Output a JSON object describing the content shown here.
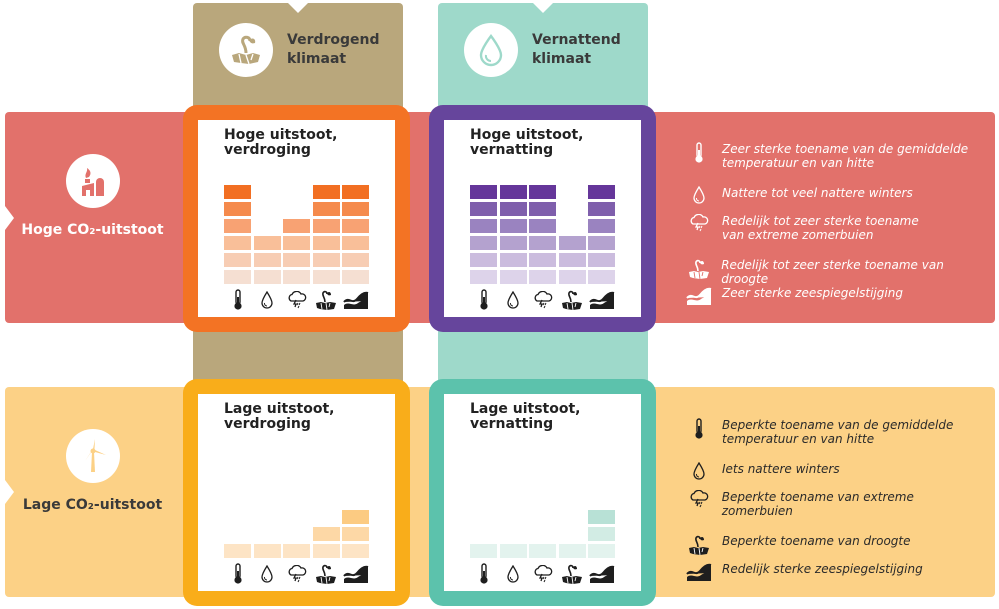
{
  "columns": [
    {
      "id": "dry",
      "title": "Verdrogend\nklimaat",
      "icon": "drought-plant-icon",
      "color": "#b9a77c"
    },
    {
      "id": "wet",
      "title": "Vernattend\nklimaat",
      "icon": "water-drop-icon",
      "color": "#9ed9ca"
    }
  ],
  "rows": [
    {
      "id": "high",
      "title": "Hoge CO₂-uitstoot",
      "icon": "factory-icon",
      "color": "#e2716b",
      "text_color": "#ffffff"
    },
    {
      "id": "low",
      "title": "Lage CO₂-uitstoot",
      "icon": "wind-turbine-icon",
      "color": "#fcd186",
      "text_color": "#3a3a3a"
    }
  ],
  "indicators": [
    "temperatuur",
    "neerslag winter",
    "extreme zomerbuien",
    "droogte",
    "zeespiegelstijging"
  ],
  "scenarios": [
    {
      "id": "high-dry",
      "title": "Hoge uitstoot,\nverdroging",
      "border": "#f37324",
      "shades": [
        "#f5dfd2",
        "#f7cdb4",
        "#f9bf99",
        "#f8a273",
        "#f58a4c",
        "#f26f22"
      ],
      "values": [
        6,
        3,
        4,
        6,
        6
      ]
    },
    {
      "id": "high-wet",
      "title": "Hoge uitstoot,\nvernatting",
      "border": "#66459c",
      "shades": [
        "#ddd3ea",
        "#cbbcde",
        "#b4a2cf",
        "#9a83c0",
        "#7f5fac",
        "#65369a"
      ],
      "values": [
        6,
        6,
        6,
        3,
        6
      ]
    },
    {
      "id": "low-dry",
      "title": "Lage uitstoot,\nverdroging",
      "border": "#f9ad1a",
      "shades": [
        "#fde4c5",
        "#fdd8a6",
        "#fccb82",
        "#f8a273",
        "#f58a4c",
        "#f26f22"
      ],
      "values": [
        1,
        1,
        1,
        2,
        3
      ]
    },
    {
      "id": "low-wet",
      "title": "Lage uitstoot,\nvernatting",
      "border": "#5cc2ac",
      "shades": [
        "#e3f3ee",
        "#d2ece4",
        "#b8e1d6",
        "#9ed9ca",
        "#7fcbb8",
        "#5cc2ac"
      ],
      "values": [
        1,
        1,
        1,
        1,
        3
      ]
    }
  ],
  "legends": {
    "high": [
      {
        "icon": "thermometer-icon",
        "text": "Zeer sterke toename van de gemiddelde\ntemperatuur en van hitte"
      },
      {
        "icon": "water-drop-icon",
        "text": "Nattere tot veel nattere winters"
      },
      {
        "icon": "rain-cloud-icon",
        "text": "Redelijk tot zeer sterke toename\nvan extreme zomerbuien"
      },
      {
        "icon": "drought-plant-icon",
        "text": "Redelijk tot zeer sterke toename van droogte"
      },
      {
        "icon": "sea-wave-icon",
        "text": "Zeer sterke zeespiegelstijging"
      }
    ],
    "low": [
      {
        "icon": "thermometer-icon",
        "text": "Beperkte toename van de gemiddelde\ntemperatuur en van hitte"
      },
      {
        "icon": "water-drop-icon",
        "text": "Iets nattere winters"
      },
      {
        "icon": "rain-cloud-icon",
        "text": "Beperkte toename van extreme zomerbuien"
      },
      {
        "icon": "drought-plant-icon",
        "text": "Beperkte toename van droogte"
      },
      {
        "icon": "sea-wave-icon",
        "text": "Redelijk sterke zeespiegelstijging"
      }
    ]
  }
}
